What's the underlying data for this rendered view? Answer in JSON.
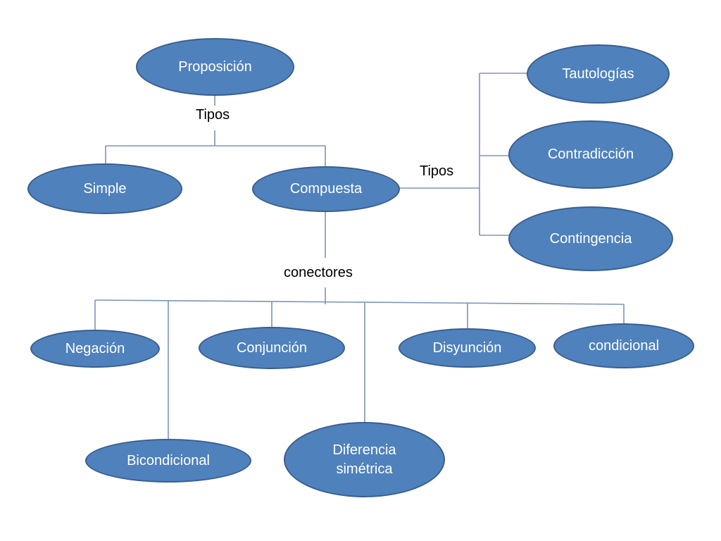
{
  "colors": {
    "node_fill": "#4f81bd",
    "node_border": "#3a5f8f",
    "connector": "#7a95b8"
  },
  "nodes": {
    "proposicion": "Proposición",
    "simple": "Simple",
    "compuesta": "Compuesta",
    "tautologias": "Tautologías",
    "contradiccion": "Contradicción",
    "contingencia": "Contingencia",
    "negacion": "Negación",
    "conjuncion": "Conjunción",
    "disyuncion": "Disyunción",
    "condicional": "condicional",
    "bicondicional": "Bicondicional",
    "diferencia_simetrica": "Diferencia\nsimétrica"
  },
  "labels": {
    "tipos_1": "Tipos",
    "tipos_2": "Tipos",
    "conectores": "conectores"
  }
}
